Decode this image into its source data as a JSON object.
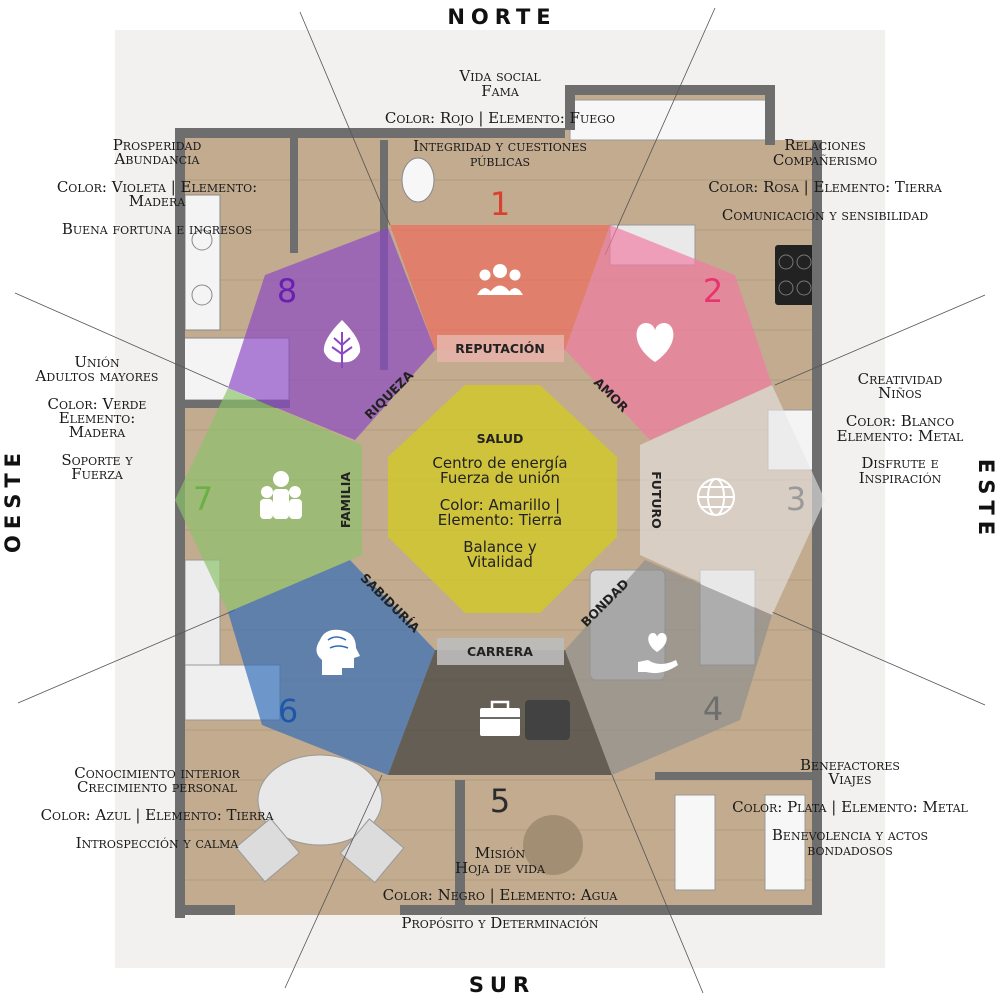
{
  "directions": {
    "north": "NORTE",
    "south": "SUR",
    "east": "ESTE",
    "west": "OESTE"
  },
  "areas": [
    {
      "id": "1",
      "number": "1",
      "area_label": "REPUTACIÓN",
      "color": "#ef6a5a",
      "number_color": "#d9402f",
      "lines": [
        "Vida social",
        "Fama",
        "Color: Rojo | Elemento: Fuego",
        "Integridad y cuestiones",
        "públicas"
      ]
    },
    {
      "id": "2",
      "number": "2",
      "area_label": "AMOR",
      "color": "#f17aa2",
      "number_color": "#e8336d",
      "lines": [
        "Relaciones",
        "Compañerismo",
        "Color: Rosa | Elemento: Tierra",
        "Comunicación y sensibilidad"
      ]
    },
    {
      "id": "3",
      "number": "3",
      "area_label": "FUTURO",
      "color": "#e6e6e6",
      "number_color": "#9a9a9a",
      "lines": [
        "Creatividad",
        "Niños",
        "Color: Blanco",
        "Elemento: Metal",
        "Disfrute e",
        "Inspiración"
      ]
    },
    {
      "id": "4",
      "number": "4",
      "area_label": "BONDAD",
      "color": "#8f8f8f",
      "number_color": "#6e6e6e",
      "lines": [
        "Benefactores",
        "Viajes",
        "Color: Plata | Elemento: Metal",
        "Benevolencia y actos",
        "bondadosos"
      ]
    },
    {
      "id": "5",
      "number": "5",
      "area_label": "CARRERA",
      "color": "#3a3a3a",
      "number_color": "#2b2b2b",
      "lines": [
        "Misión",
        "Hoja de vida",
        "Color: Negro | Elemento: Agua",
        "Propósito y Determinación"
      ]
    },
    {
      "id": "6",
      "number": "6",
      "area_label": "SABIDURÍA",
      "color": "#2f6bb8",
      "number_color": "#1f57a8",
      "lines": [
        "Conocimiento interior",
        "Crecimiento personal",
        "Color: Azul | Elemento: Tierra",
        "Introspección y calma"
      ]
    },
    {
      "id": "7",
      "number": "7",
      "area_label": "FAMILIA",
      "color": "#8cc26a",
      "number_color": "#6ab044",
      "lines": [
        "Unión",
        "Adultos mayores",
        "Color: Verde",
        "Elemento:",
        "Madera",
        "Soporte y",
        "Fuerza"
      ]
    },
    {
      "id": "8",
      "number": "8",
      "area_label": "RIQUEZA",
      "color": "#8a48c6",
      "number_color": "#6a1fb0",
      "lines": [
        "Prosperidad",
        "Abundancia",
        "Color: Violeta | Elemento:",
        "Madera",
        "Buena fortuna e ingresos"
      ]
    }
  ],
  "center": {
    "area_label": "SALUD",
    "color": "#d4cc1c",
    "lines": [
      "Centro de energía",
      "Fuerza de unión",
      "Color: Amarillo |",
      "Elemento: Tierra",
      "Balance y",
      "Vitalidad"
    ]
  },
  "icons": {
    "1": "people-group-icon",
    "2": "heart-icon",
    "3": "globe-icon",
    "4": "hand-heart-icon",
    "5": "briefcase-icon",
    "6": "head-brain-icon",
    "7": "family-icon",
    "8": "leaf-icon"
  },
  "colors": {
    "floor": "#bfa88c",
    "wall": "#6e6e6e",
    "paper": "#f2f1ef"
  }
}
